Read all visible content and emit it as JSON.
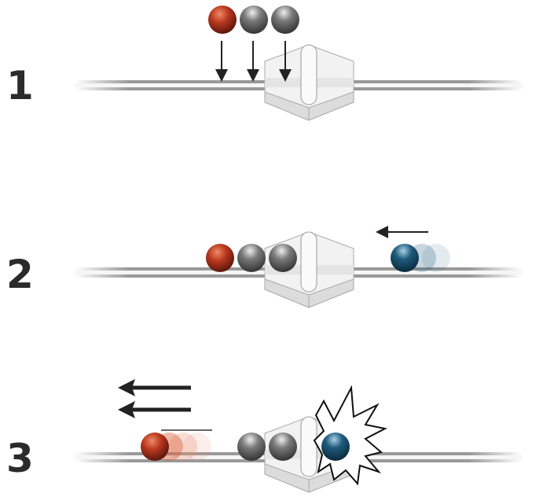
{
  "steps": [
    {
      "label": "1"
    },
    {
      "label": "2"
    },
    {
      "label": "3"
    }
  ],
  "colors": {
    "red_ball": "#a8321c",
    "grey_ball": "#6b6b6b",
    "blue_ball": "#1c4f6e",
    "rail": "#9a9a9a",
    "block": "#e6e6e6",
    "arrow": "#222222"
  },
  "icons": [
    "down-arrow",
    "left-arrow",
    "collision-starburst"
  ]
}
